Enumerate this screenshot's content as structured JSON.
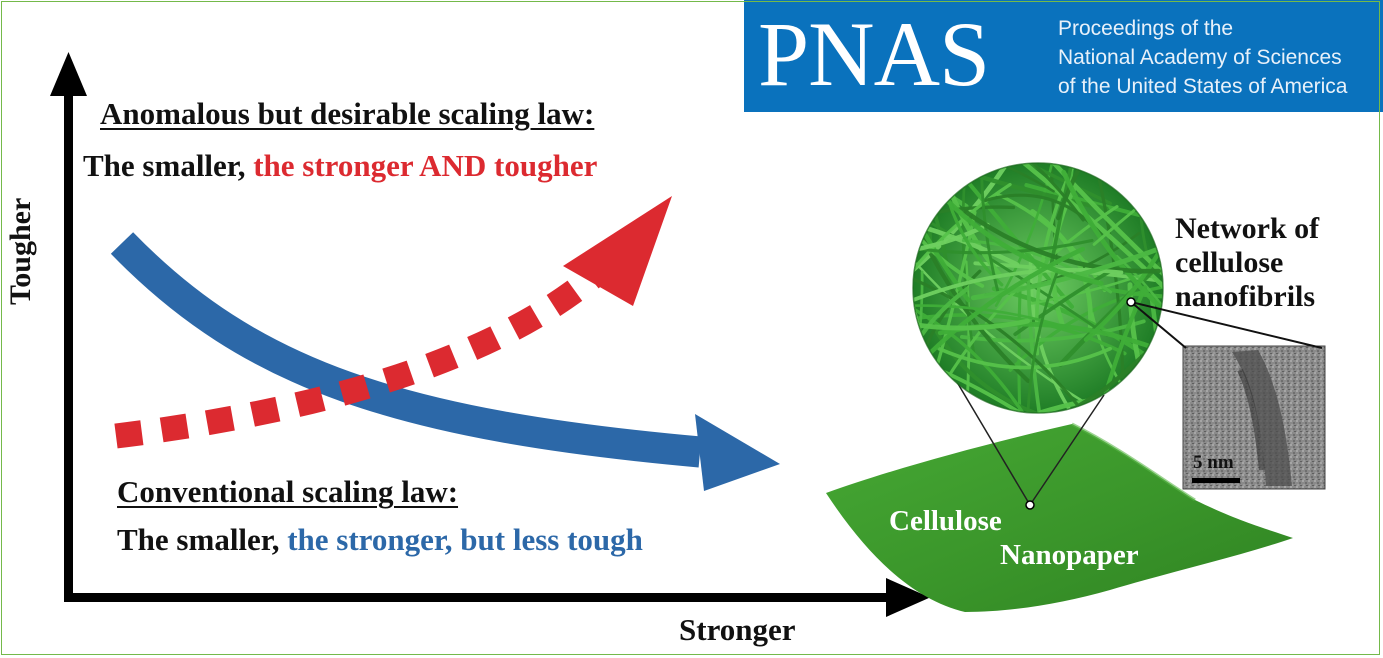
{
  "banner": {
    "logo": "PNAS",
    "lines": [
      "Proceedings of the",
      "National Academy of Sciences",
      "of the United States of America"
    ]
  },
  "axes": {
    "y_label": "Tougher",
    "x_label": "Stronger"
  },
  "anomalous": {
    "heading": "Anomalous but desirable scaling law:",
    "prefix": "The smaller,",
    "highlight": "the stronger AND tougher"
  },
  "conventional": {
    "heading": "Conventional scaling law:",
    "prefix": "The smaller,",
    "highlight": "the stronger, but less tough"
  },
  "network_label": [
    "Network of",
    "cellulose",
    "nanofibrils"
  ],
  "nanopaper_label": [
    "Cellulose",
    "Nanopaper"
  ],
  "scale_bar": "5 nm",
  "colors": {
    "red": "#dc2a30",
    "blue": "#2c68a8",
    "fibril_green": "#3aa93a",
    "sheet_green": "#3f9e2e",
    "banner_blue": "#0a72bd"
  }
}
